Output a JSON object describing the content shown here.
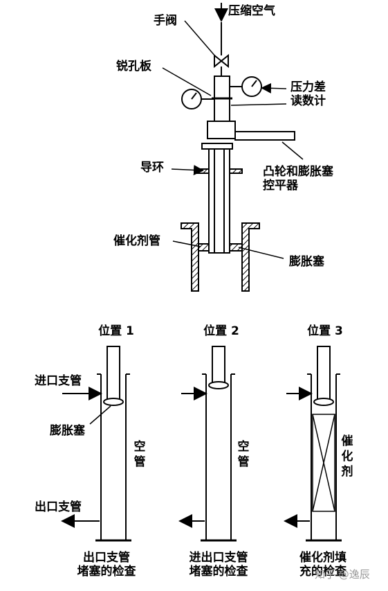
{
  "top_labels": {
    "compressed_air": "压缩空气",
    "hand_valve": "手阀",
    "orifice_plate": "锐孔板",
    "pressure_diff_gauge": "压力差\n读数计",
    "guide_ring": "导环",
    "cam_controller": "凸轮和膨胀塞\n控平器",
    "catalyst_tube": "催化剂管",
    "expansion_plug": "膨胀塞"
  },
  "positions": [
    {
      "title": "位置 1",
      "inlet_label": "进口支管",
      "plug_label": "膨胀塞",
      "tube_state": "空管",
      "outlet_label": "出口支管",
      "caption": "出口支管\n堵塞的检查"
    },
    {
      "title": "位置 2",
      "tube_state": "空管",
      "caption": "进出口支管\n堵塞的检查"
    },
    {
      "title": "位置 3",
      "tube_state": "催化剂",
      "caption": "催化剂填\n充的检查"
    }
  ],
  "watermark": "知乎 @逸辰"
}
